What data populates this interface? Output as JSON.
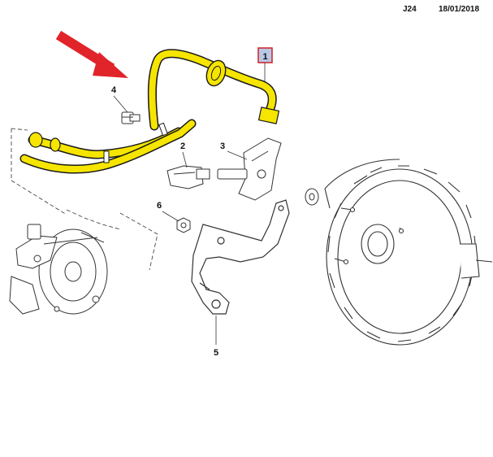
{
  "header": {
    "ref": "J24",
    "date": "18/01/2018"
  },
  "colors": {
    "hose": "#f5e500",
    "hose_outline": "#1a1a1a",
    "arrow": "#e0242a",
    "highlight_box_border": "#d11f26",
    "highlight_box_fill": "#b8c7e6",
    "line": "#333333"
  },
  "callouts": {
    "c1": "1",
    "c2": "2",
    "c3": "3",
    "c4": "4",
    "c5": "5",
    "c6": "6"
  },
  "highlighted_part": "1",
  "icons": [
    "red-arrow-icon",
    "vacuum-hose",
    "clip",
    "check-valve",
    "vacuum-pump",
    "brake-booster",
    "bracket",
    "nut",
    "sensor"
  ]
}
